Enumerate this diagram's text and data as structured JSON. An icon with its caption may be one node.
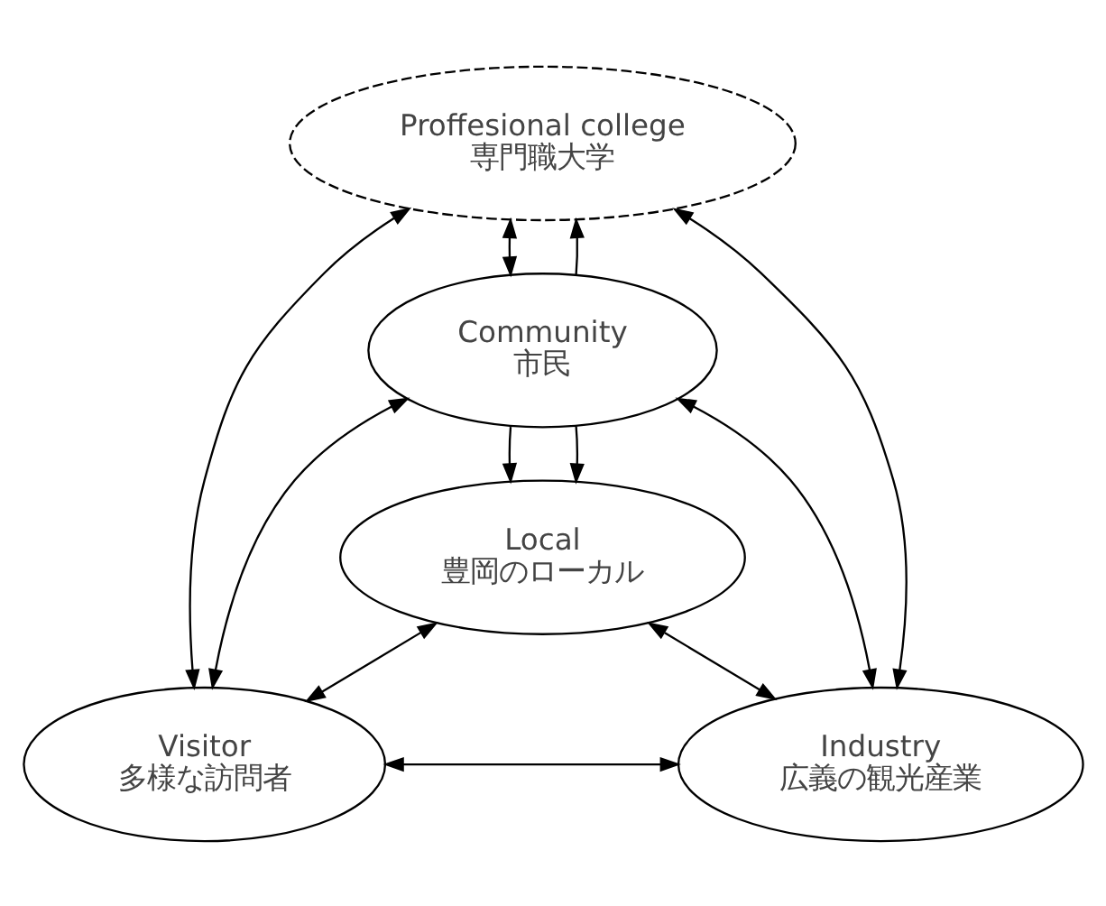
{
  "diagram": {
    "nodes": [
      {
        "text": [
          "Proffesional college",
          "専門職大学"
        ]
      },
      {
        "text": [
          "Community",
          "市民"
        ]
      },
      {
        "text": [
          "Local",
          "豊岡のローカル"
        ]
      },
      {
        "text": [
          "Visitor",
          "多様な訪問者"
        ]
      },
      {
        "text": [
          "Industry",
          "広義の観光産業"
        ]
      }
    ],
    "edges": [
      {
        "from": 0,
        "to": 3,
        "arrow": "both"
      },
      {
        "from": 0,
        "to": 4,
        "arrow": "both"
      },
      {
        "from": 0,
        "to": 1,
        "arrow": "both"
      },
      {
        "from": 1,
        "to": 0,
        "arrow": "to"
      },
      {
        "from": 1,
        "to": 2,
        "arrow": "to"
      },
      {
        "from": 1,
        "to": 2,
        "arrow": "to"
      },
      {
        "from": 1,
        "to": 3,
        "arrow": "both"
      },
      {
        "from": 1,
        "to": 4,
        "arrow": "both"
      },
      {
        "from": 2,
        "to": 3,
        "arrow": "both"
      },
      {
        "from": 2,
        "to": 4,
        "arrow": "both"
      },
      {
        "from": 3,
        "to": 4,
        "arrow": "both"
      }
    ]
  }
}
